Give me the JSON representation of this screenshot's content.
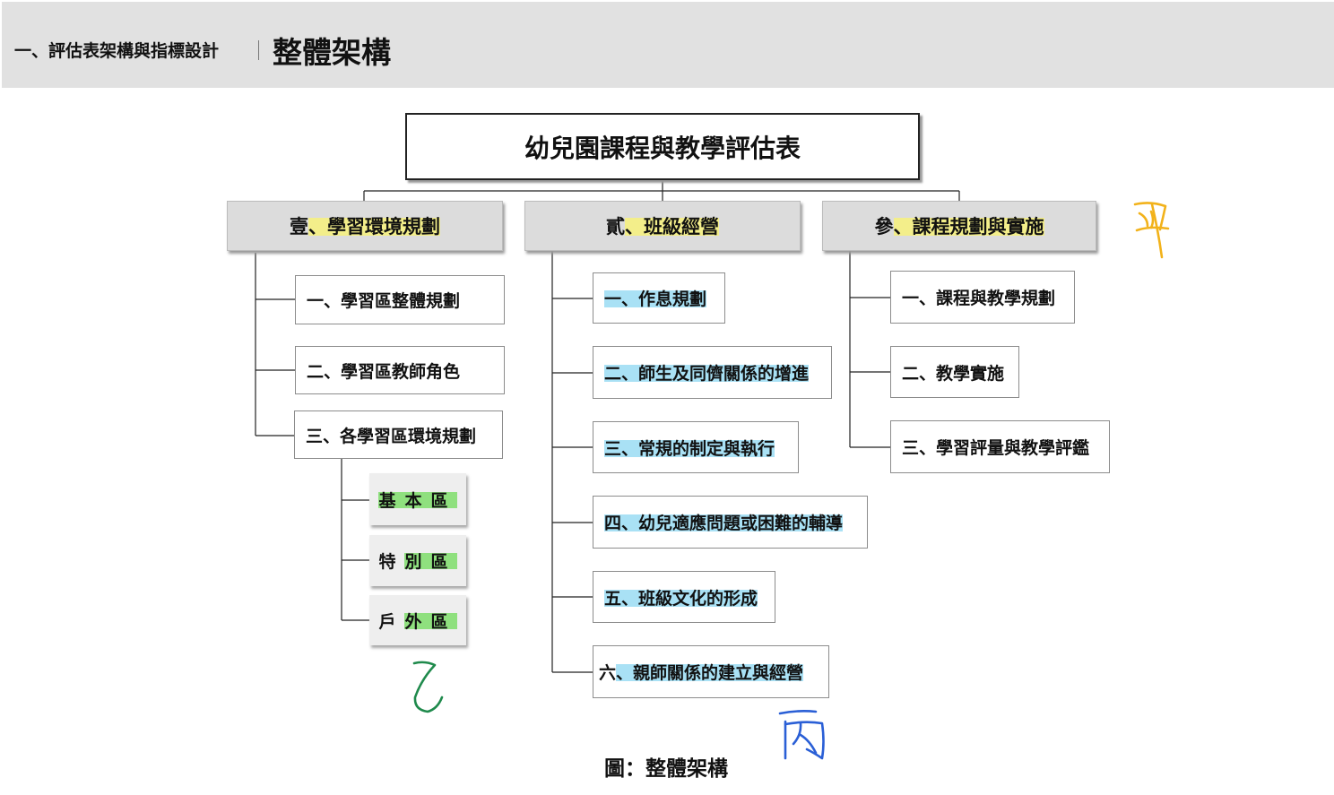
{
  "header": {
    "section": "一、評估表架構與指標設計",
    "title": "整體架構"
  },
  "diagram": {
    "root": "幼兒園課程與教學評估表",
    "branches": [
      {
        "prefix": "壹",
        "label": "、學習環境規劃",
        "items": [
          "一、學習區整體規劃",
          "二、學習區教師角色",
          "三、各學習區環境規劃"
        ],
        "subitems": [
          {
            "a": "基",
            "b": "本",
            "c": "區"
          },
          {
            "a": "特",
            "b": "別",
            "c": "區"
          },
          {
            "a": "戶",
            "b": "外",
            "c": "區"
          }
        ]
      },
      {
        "prefix": "貳",
        "label": "、班級經營",
        "items": [
          {
            "a": "一、作息規劃",
            "b": ""
          },
          {
            "a": "二、師生及同儕關係的增進",
            "b": ""
          },
          {
            "a": "三、常規的制定與執行",
            "b": ""
          },
          {
            "a": "四、幼兒適應問題或困難的輔導",
            "b": ""
          },
          {
            "a": "五、班級文化的形成",
            "b": ""
          },
          {
            "a": "六",
            "b": "、親師關係的建立與經營"
          }
        ]
      },
      {
        "prefix": "參",
        "label": "、課程規劃與實施",
        "items": [
          "一、課程與教學規劃",
          "二、教學實施",
          "三、學習評量與教學評鑑"
        ]
      }
    ]
  },
  "annotations": {
    "jia": "甲",
    "yi": "乙",
    "bing": "丙",
    "jia_color": "#f2b21a",
    "yi_color": "#1f8a4c",
    "bing_color": "#2a5fd6"
  },
  "caption": "圖：整體架構",
  "colors": {
    "header_bg": "#e1e1e1",
    "level1_bg": "#dcdcdc",
    "highlight_yellow": "#f3ee8a",
    "highlight_blue": "#a9e1f5",
    "highlight_green": "#8fe07e"
  }
}
